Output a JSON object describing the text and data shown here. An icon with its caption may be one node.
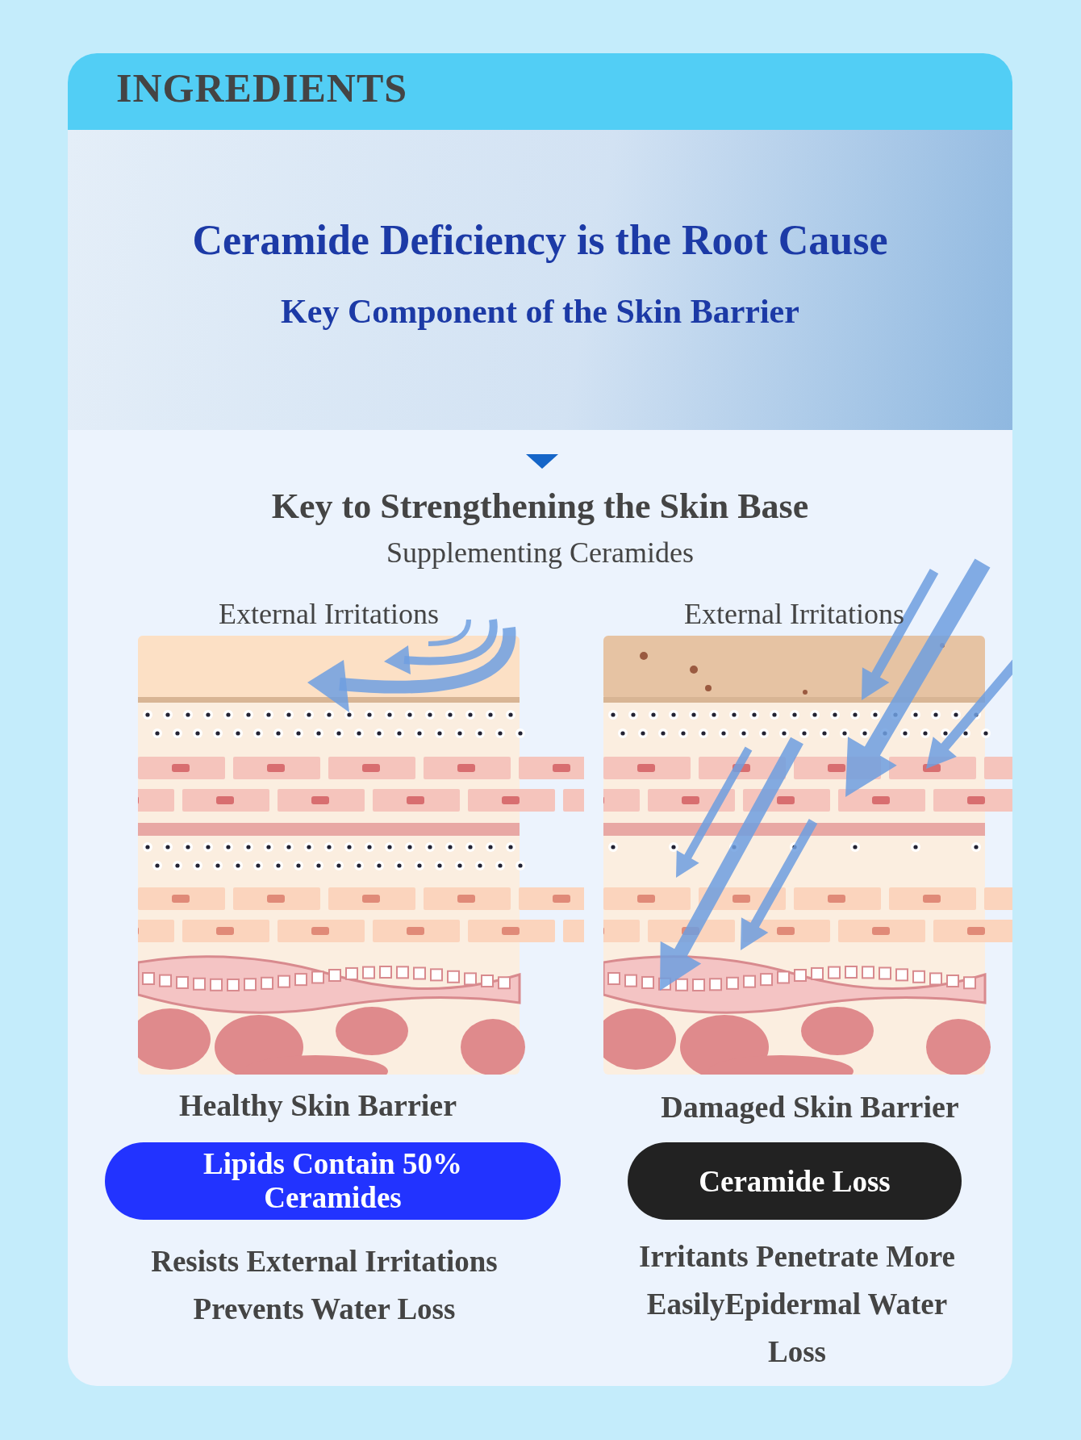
{
  "diagram": {
    "title": "INGREDIENTS",
    "labels": [
      "Ceramide Deficiency is the Root Cause",
      "Key Component of the Skin Barrier",
      "Key to Strengthening the Skin Base",
      "Supplementing Ceramides",
      "External Irritations",
      "External Irritations",
      "Healthy Skin Barrier",
      "Damaged Skin Barrier",
      "Lipids Contain 50% Ceramides",
      "Ceramide Loss",
      "Resists External Irritations",
      "Prevents Water Loss",
      "Irritants Penetrate More EasilyEpidermal Water Loss"
    ]
  }
}
